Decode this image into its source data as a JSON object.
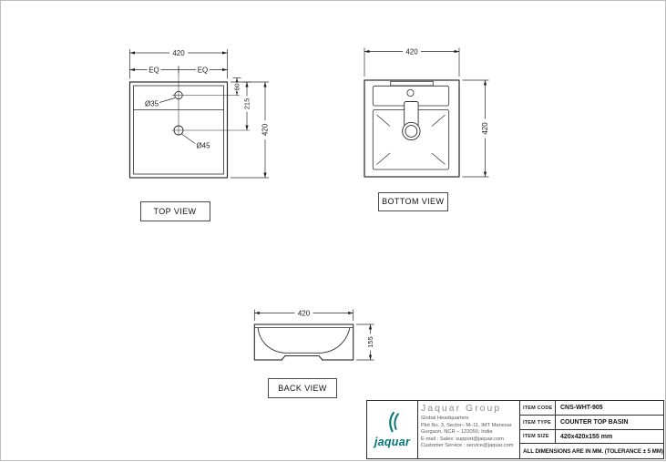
{
  "drawing": {
    "views": {
      "top": {
        "title": "TOP VIEW",
        "dim_width": "420",
        "dim_height": "420",
        "dim_eq_left": "EQ",
        "dim_eq_right": "EQ",
        "dim_faucet_hole_offset": "60",
        "dim_drain_hole_offset": "215",
        "label_faucet_hole": "Ø35",
        "label_drain_hole": "Ø45"
      },
      "bottom": {
        "title": "BOTTOM VIEW",
        "dim_width": "420",
        "dim_height": "420"
      },
      "back": {
        "title": "BACK VIEW",
        "dim_width": "420",
        "dim_height": "155"
      }
    },
    "line_color": "#2b2b2b"
  },
  "title_block": {
    "brand": {
      "wordmark": "jaquar",
      "color": "#00747A"
    },
    "company": "Jaquar Group",
    "address_lines": [
      "Global Headquarters",
      "Plot No. 3, Sector– M–11, IMT Manesar",
      "Gurgaon, NCR – 122050, India",
      "E-mail : Sales: support@jaquar.com",
      "Customer Service : service@jaquar.com"
    ],
    "rows": [
      {
        "label": "ITEM CODE",
        "value": "CNS-WHT-905"
      },
      {
        "label": "ITEM TYPE",
        "value": "COUNTER TOP BASIN"
      },
      {
        "label": "ITEM SIZE",
        "value": "420x420x155 mm"
      }
    ],
    "tolerance_note": "ALL DIMENSIONS ARE IN MM. (TOLERANCE ± 5 MM)"
  }
}
